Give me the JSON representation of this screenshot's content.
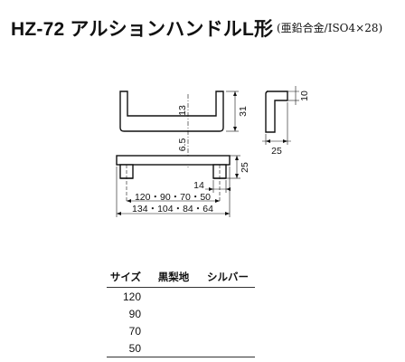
{
  "header": {
    "title": "HZ-72 アルションハンドルL形",
    "subtitle": "(亜鉛合金/ISO4×28)"
  },
  "drawing": {
    "dimensions": {
      "inner_depth": "13",
      "height": "31",
      "width": "25",
      "thickness": "10",
      "side_width": "25",
      "mid_thickness": "6.5",
      "side_height": "25",
      "leg_width": "14",
      "pitch": "120・90・70・50",
      "total_length": "134・104・84・64"
    }
  },
  "table": {
    "headers": [
      "サイズ",
      "黒梨地",
      "シルバー"
    ],
    "rows": [
      [
        "120",
        "",
        ""
      ],
      [
        "90",
        "",
        ""
      ],
      [
        "70",
        "",
        ""
      ],
      [
        "50",
        "",
        ""
      ]
    ]
  }
}
